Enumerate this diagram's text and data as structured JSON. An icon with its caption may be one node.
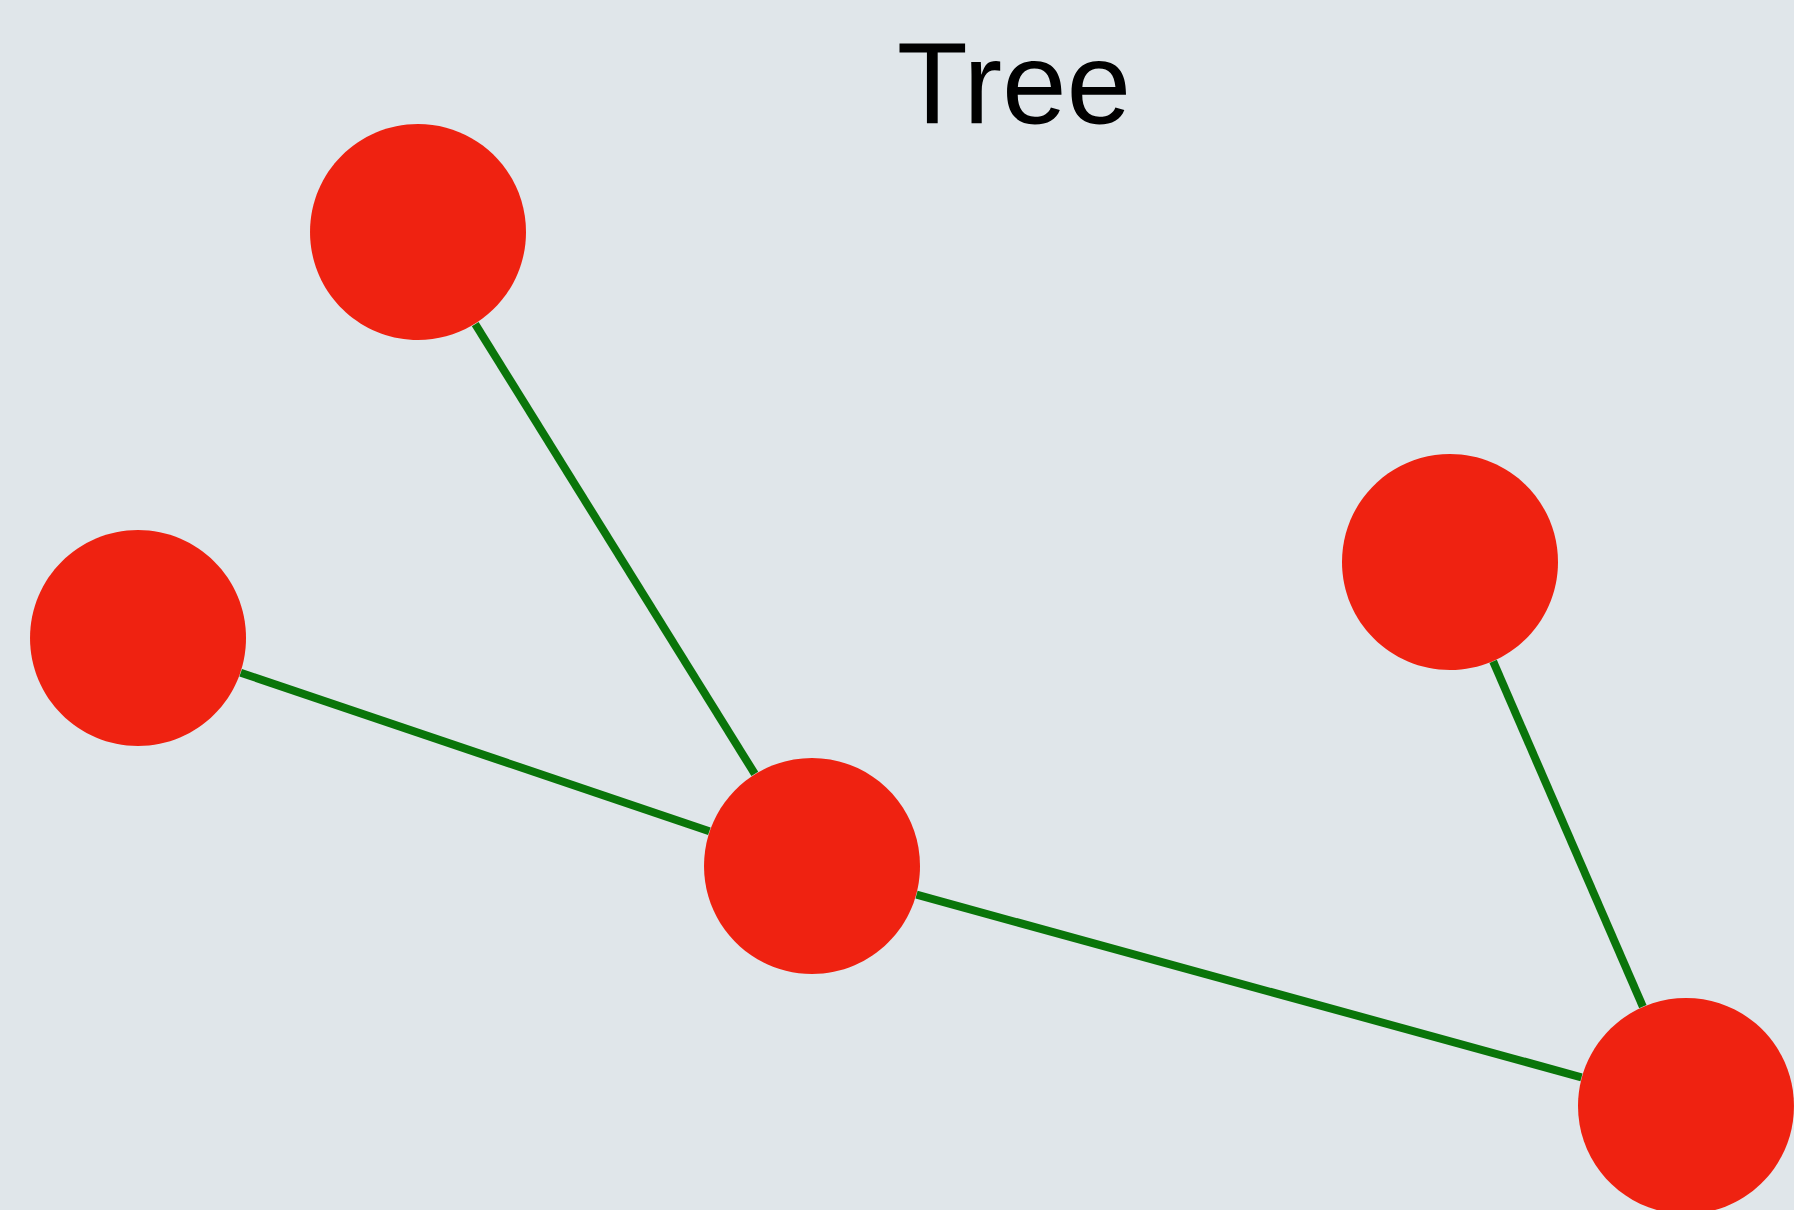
{
  "diagram": {
    "title": "Tree",
    "nodes": [
      {
        "text": [],
        "shape": "circle"
      },
      {
        "text": [],
        "shape": "circle"
      },
      {
        "text": [],
        "shape": "circle"
      },
      {
        "text": [],
        "shape": "circle"
      },
      {
        "text": [],
        "shape": "circle"
      }
    ],
    "edges": [
      {
        "from": 0,
        "to": 2,
        "arrow": "none"
      },
      {
        "from": 1,
        "to": 2,
        "arrow": "none"
      },
      {
        "from": 2,
        "to": 4,
        "arrow": "none"
      },
      {
        "from": 3,
        "to": 4,
        "arrow": "none"
      }
    ]
  }
}
